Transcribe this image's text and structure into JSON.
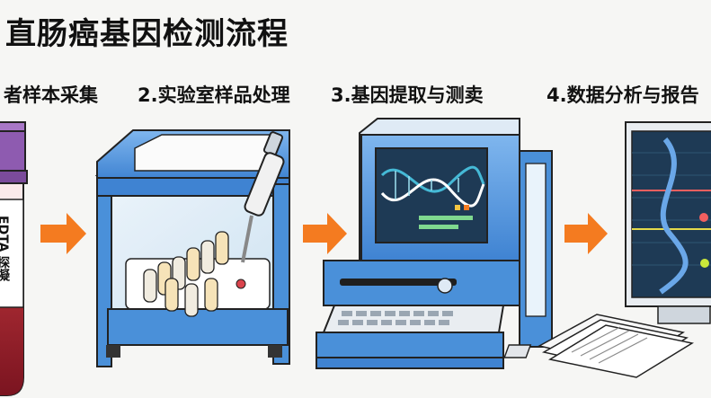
{
  "title": "直肠癌基因检测流程",
  "steps": [
    {
      "label": "者样本采集"
    },
    {
      "label": "2.实验室样品处理"
    },
    {
      "label": "3.基因提取与测卖"
    },
    {
      "label": "4.数据分析与报告"
    }
  ],
  "tube_label": "EDTA 探凝",
  "colors": {
    "arrow": "#f47b20",
    "device_blue": "#4a90d9",
    "tube_purple": "#8e5bb0",
    "blood": "#a3202c",
    "screen": "#1e3a55"
  },
  "icons": [
    "arrow-right-icon",
    "blood-tube-icon",
    "sample-processor-icon",
    "pipette-icon",
    "sequencer-icon",
    "dna-helix-icon",
    "monitor-icon",
    "report-papers-icon"
  ]
}
